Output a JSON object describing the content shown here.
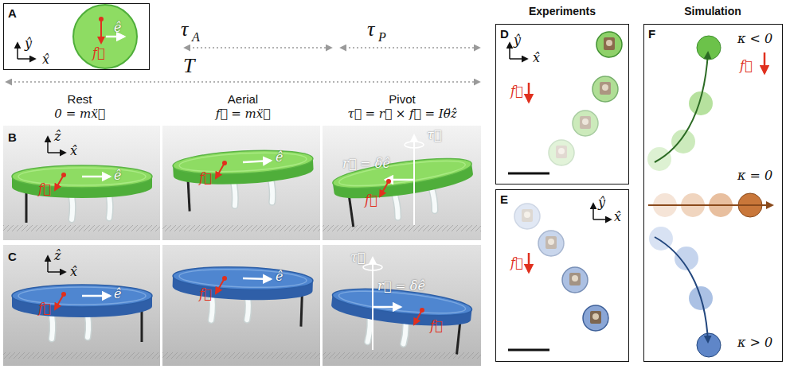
{
  "diagram": {
    "nodes": [
      {
        "text": [
          "A",
          "ŷ",
          "x̂",
          "ê",
          "f⃗"
        ]
      },
      {
        "text": [
          "B",
          "ẑ",
          "x̂",
          "ê",
          "f⃗",
          "ê",
          "f⃗",
          "f⃗",
          "r⃗ = δê",
          "τ⃗"
        ]
      },
      {
        "text": [
          "C",
          "ẑ",
          "x̂",
          "ê",
          "f⃗",
          "ê",
          "f⃗",
          "τ⃗",
          "r⃗ = δê",
          "f⃗"
        ]
      },
      {
        "text": [
          "D",
          "ŷ",
          "x̂",
          "f⃗"
        ]
      },
      {
        "text": [
          "E",
          "ŷ",
          "x̂",
          "f⃗"
        ]
      },
      {
        "text": [
          "F",
          "κ < 0",
          "f⃗",
          "κ = 0",
          "κ > 0"
        ]
      }
    ],
    "labels": [
      "τ",
      "A",
      "τ",
      "P",
      "T",
      "Rest",
      "0 = mẍ⃗",
      "Aerial",
      "f⃗ = mẍ⃗",
      "Pivot",
      "τ⃗ = r⃗ × f⃗ = Iθ̈ẑ",
      "Experiments",
      "Simulation"
    ]
  }
}
